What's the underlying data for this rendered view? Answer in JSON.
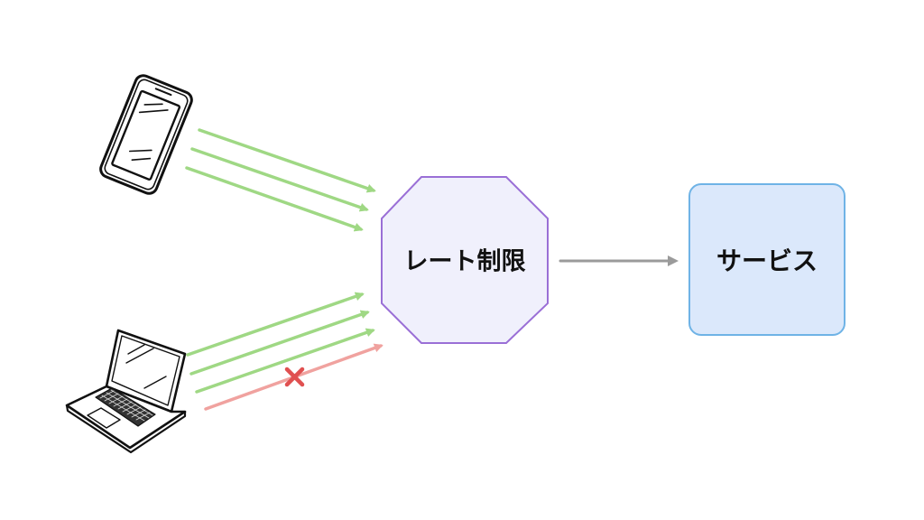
{
  "nodes": {
    "rate_limiter": {
      "label": "レート制限",
      "fill": "#f0f0fc",
      "stroke": "#9a6fd6"
    },
    "service": {
      "label": "サービス",
      "fill": "#dbe8fb",
      "stroke": "#6fb3e6"
    }
  },
  "clients": [
    {
      "icon": "smartphone-icon",
      "allowed_requests": 3,
      "blocked_requests": 0
    },
    {
      "icon": "laptop-icon",
      "allowed_requests": 3,
      "blocked_requests": 1
    }
  ],
  "colors": {
    "allowed_arrow": "#9fd884",
    "blocked_arrow": "#f0a29f",
    "block_mark": "#e05050",
    "forward_arrow": "#9b9b9b"
  }
}
